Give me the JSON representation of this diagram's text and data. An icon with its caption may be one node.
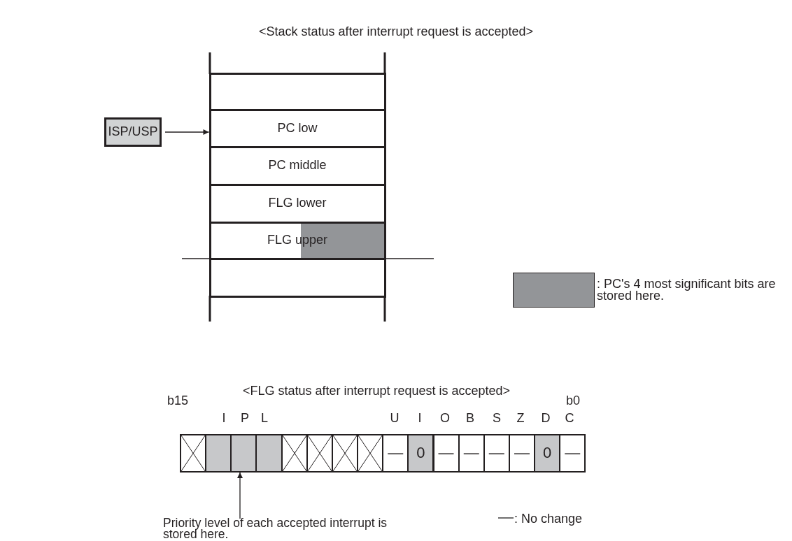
{
  "diagram": {
    "title": "<Stack status after interrupt request is accepted>",
    "nodes": [
      {
        "text": [
          "ISP/USP"
        ]
      },
      {
        "text": [],
        "shape": "box"
      },
      {
        "text": [
          "PC low"
        ]
      },
      {
        "text": [
          "PC middle"
        ]
      },
      {
        "text": [
          "FLG lower"
        ]
      },
      {
        "text": [
          "FLG upper"
        ]
      },
      {
        "text": [],
        "shape": "box"
      },
      {
        "text": [],
        "shape": "cross"
      },
      {
        "text": [],
        "shape": "box"
      },
      {
        "text": [],
        "shape": "box"
      },
      {
        "text": [],
        "shape": "box"
      },
      {
        "text": [],
        "shape": "cross"
      },
      {
        "text": [],
        "shape": "cross"
      },
      {
        "text": [],
        "shape": "cross"
      },
      {
        "text": [],
        "shape": "cross"
      },
      {
        "text": [
          "—"
        ]
      },
      {
        "text": [
          "0"
        ]
      },
      {
        "text": [
          "—"
        ]
      },
      {
        "text": [
          "—"
        ]
      },
      {
        "text": [
          "—"
        ]
      },
      {
        "text": [
          "—"
        ]
      },
      {
        "text": [
          "0"
        ]
      },
      {
        "text": [
          "—"
        ]
      },
      {
        "text": [
          "Priority level of each accepted interrupt is stored here."
        ]
      }
    ],
    "edges": [
      {
        "from": 0,
        "to": 2,
        "arrow": "to"
      },
      {
        "from": 23,
        "to": 9,
        "arrow": "to"
      }
    ],
    "labels": [
      "<FLG status after interrupt request is accepted>",
      "b15",
      "I",
      "P",
      "L",
      "U",
      "I",
      "O",
      "B",
      "S",
      "Z",
      "D",
      "C",
      "b0"
    ],
    "legend": [
      {
        "text": ": PC's 4 most significant bits are stored here.",
        "color": "#939598"
      },
      {
        "text": ": No change"
      }
    ]
  }
}
